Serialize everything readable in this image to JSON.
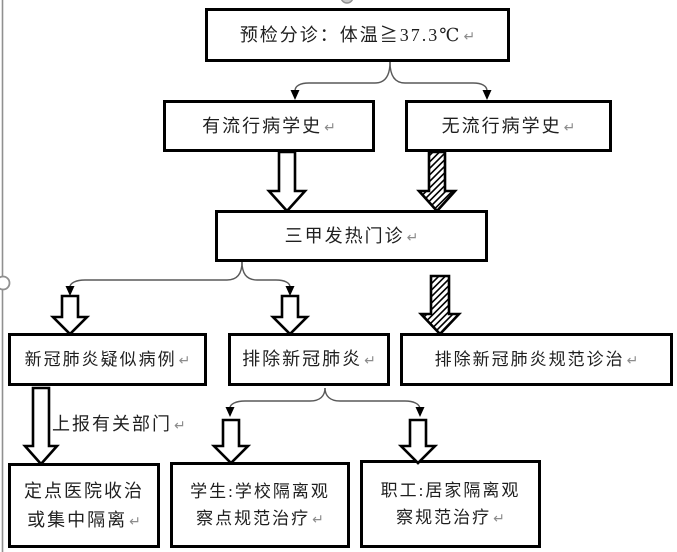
{
  "marks": {
    "return_mark": "↵"
  },
  "colors": {
    "box_border": "#000000",
    "box_fill": "#ffffff",
    "text": "#1f1f1f",
    "return_mark": "#8c8c8c",
    "connector_line": "#595959",
    "canvas_handle": "#909090"
  },
  "flowchart": {
    "nodes": {
      "triage": {
        "label": "预检分诊：体温≧37.3℃"
      },
      "epi_yes": {
        "label": "有流行病学史"
      },
      "epi_no": {
        "label": "无流行病学史"
      },
      "fever_clinic": {
        "label": "三甲发热门诊"
      },
      "suspected": {
        "label": "新冠肺炎疑似病例"
      },
      "excluded": {
        "label": "排除新冠肺炎"
      },
      "excluded_standard": {
        "label": "排除新冠肺炎规范诊治"
      },
      "designated": {
        "line1": "定点医院收治",
        "line2": "或集中隔离"
      },
      "students": {
        "line1": "学生:学校隔离观",
        "line2": "察点规范治疗"
      },
      "staff": {
        "line1": "职工:居家隔离观",
        "line2": "察规范治疗"
      }
    },
    "edge_label": "上报有关部门"
  }
}
